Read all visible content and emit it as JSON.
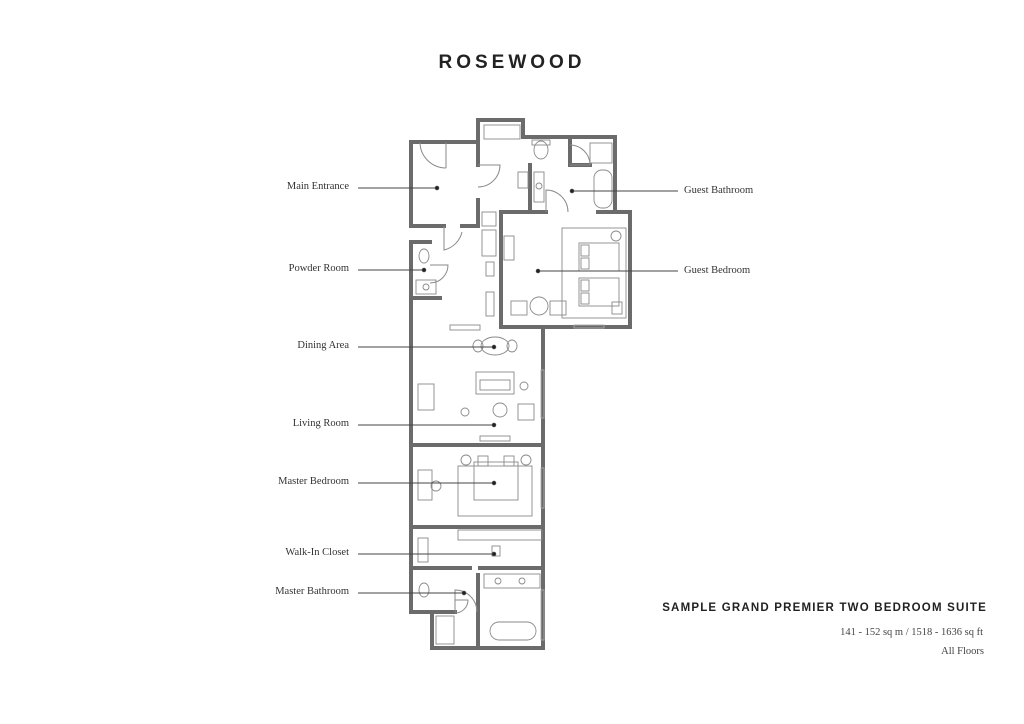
{
  "brand": "ROSEWOOD",
  "rooms_left": [
    {
      "key": "main_entrance",
      "label": "Main Entrance"
    },
    {
      "key": "powder_room",
      "label": "Powder Room"
    },
    {
      "key": "dining_area",
      "label": "Dining Area"
    },
    {
      "key": "living_room",
      "label": "Living Room"
    },
    {
      "key": "master_bedroom",
      "label": "Master Bedroom"
    },
    {
      "key": "walk_in_closet",
      "label": "Walk-In Closet"
    },
    {
      "key": "master_bathroom",
      "label": "Master Bathroom"
    }
  ],
  "rooms_right": [
    {
      "key": "guest_bathroom",
      "label": "Guest Bathroom"
    },
    {
      "key": "guest_bedroom",
      "label": "Guest Bedroom"
    }
  ],
  "suite": {
    "title": "SAMPLE GRAND PREMIER TWO BEDROOM SUITE",
    "size": "141 - 152 sq m / 1518 - 1636 sq ft",
    "floors": "All Floors"
  },
  "colors": {
    "wall": "#6b6b6b",
    "furniture": "#8a8a8a",
    "leader": "#444444"
  }
}
